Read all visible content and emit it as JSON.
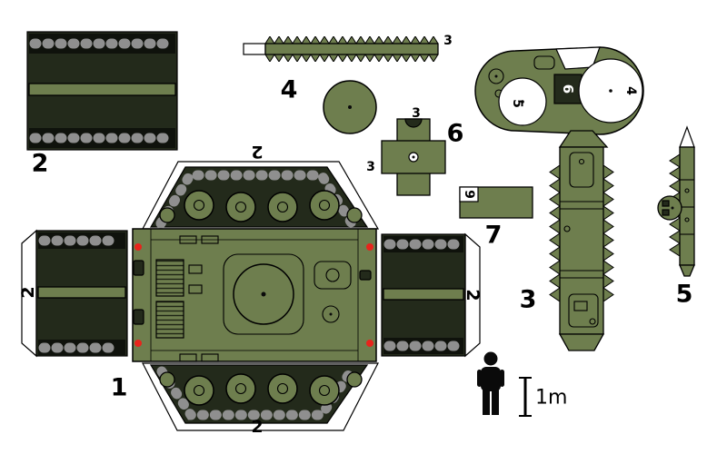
{
  "part_labels": {
    "p1": "1",
    "p2": "2",
    "p3": "3",
    "p4": "4",
    "p5": "5",
    "p6": "6",
    "p7": "7"
  },
  "attach_labels": {
    "flap_top": "2",
    "flap_left": "2",
    "flap_right": "2",
    "flap_bottom": "2",
    "strip4_end": "3",
    "cross_top": "3",
    "cross_left": "3",
    "part7_tab": "9",
    "turret_large_circle": "4",
    "turret_small_circle": "5",
    "turret_box": "6"
  },
  "scale": {
    "label": "1m"
  },
  "colors": {
    "part_green": "#6e7e4e",
    "track_dark": "#232a1b",
    "band_black": "#0f120c",
    "link_gray": "#8f8f8f",
    "marker_red": "#e8241c",
    "outline_black": "#000000",
    "background": "#ffffff"
  }
}
